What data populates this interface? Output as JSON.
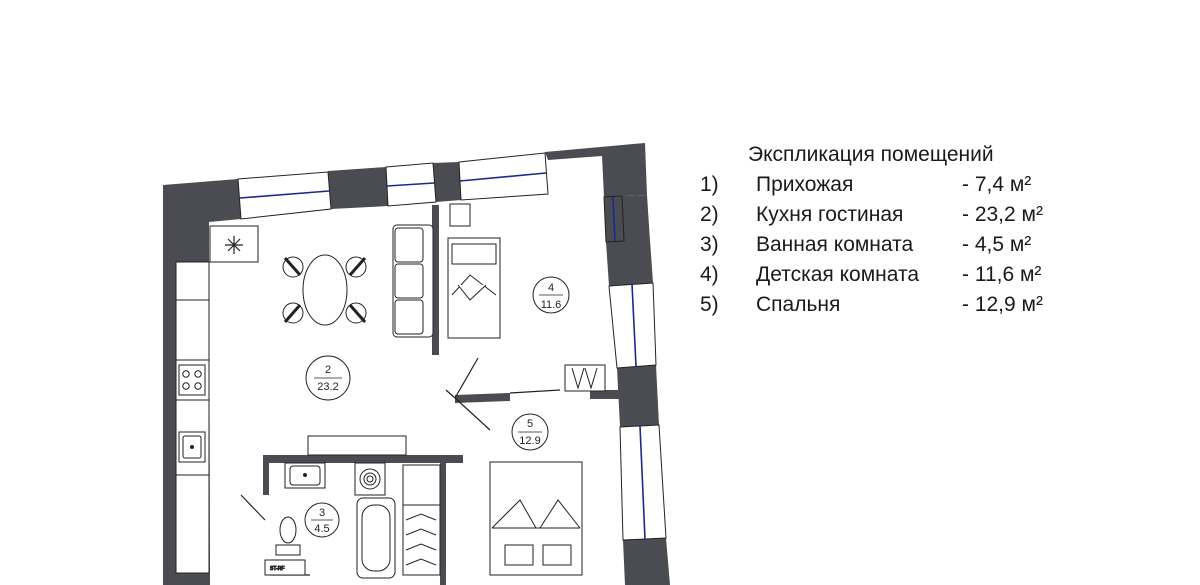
{
  "legend": {
    "title": "Экспликация помещений",
    "items": [
      {
        "num": "1)",
        "name": "Прихожая",
        "area": "- 7,4 м²"
      },
      {
        "num": "2)",
        "name": "Кухня гостиная",
        "area": "- 23,2 м²"
      },
      {
        "num": "3)",
        "name": "Ванная комната",
        "area": "- 4,5 м²"
      },
      {
        "num": "4)",
        "name": "Детская комната",
        "area": "- 11,6 м²"
      },
      {
        "num": "5)",
        "name": "Спальня",
        "area": "- 12,9 м²"
      }
    ]
  },
  "rooms": [
    {
      "number": "2",
      "area": "23.2"
    },
    {
      "number": "4",
      "area": "11.6"
    },
    {
      "number": "3",
      "area": "4.5"
    },
    {
      "number": "5",
      "area": "12.9"
    }
  ],
  "colors": {
    "wall": "#4a4c52",
    "line": "#222222",
    "window": "#1a2a8a"
  },
  "icons": [
    "snowflake-icon",
    "stove-icon",
    "sink-icon",
    "toilet-icon",
    "washer-icon",
    "bathtub-icon",
    "bed-icon",
    "sofa-icon"
  ],
  "labels": {
    "washer_tag": "ST-RF"
  }
}
